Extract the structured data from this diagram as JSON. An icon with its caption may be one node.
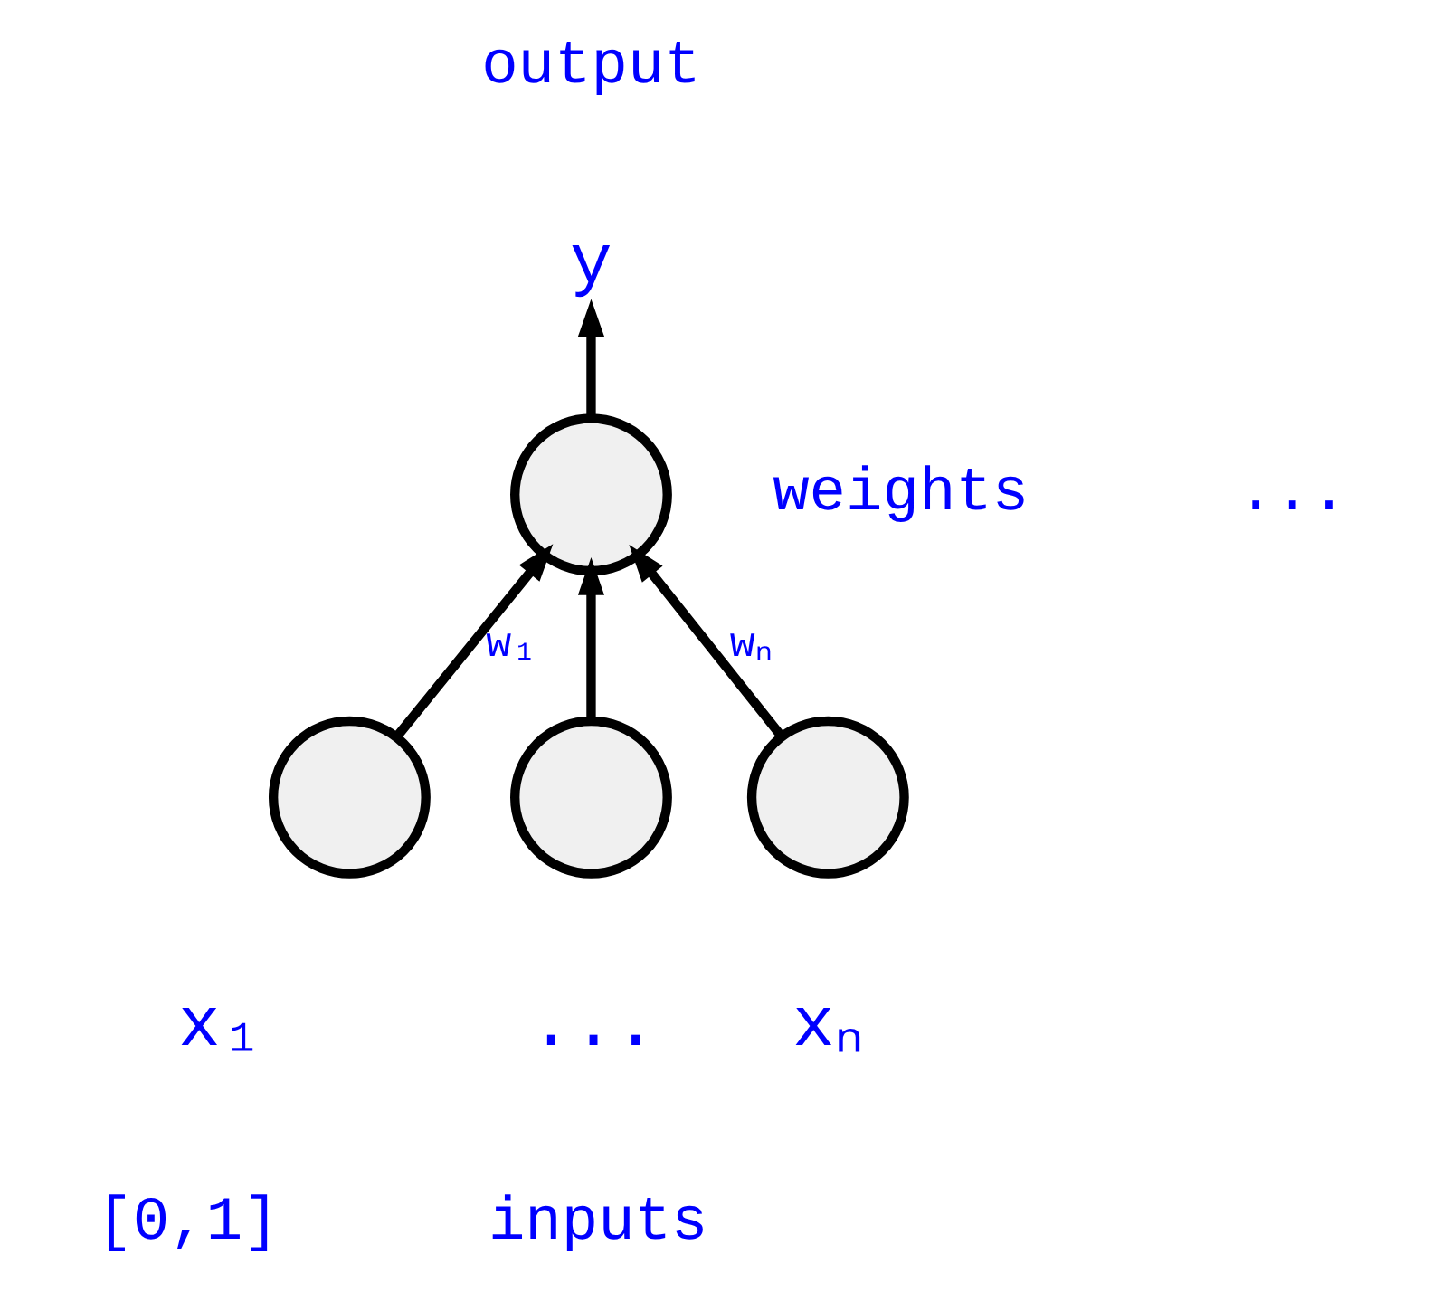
{
  "diagram": {
    "nodes": [
      {
        "text": [
          "y"
        ]
      },
      {
        "text": [],
        "shape": "circle"
      },
      {
        "text": [],
        "shape": "circle",
        "beside": [
          "x₁"
        ]
      },
      {
        "text": [],
        "shape": "circle",
        "beside": [
          "..."
        ]
      },
      {
        "text": [],
        "shape": "circle",
        "beside": [
          "xₙ"
        ]
      }
    ],
    "edges": [
      {
        "from": 1,
        "to": 0,
        "arrow": "to"
      },
      {
        "from": 2,
        "to": 1,
        "arrow": "to",
        "label": "w₁"
      },
      {
        "from": 3,
        "to": 1,
        "arrow": "to"
      },
      {
        "from": 4,
        "to": 1,
        "arrow": "to",
        "label": "wₙ"
      }
    ],
    "labels": [
      "output",
      "weights",
      "...",
      "[0,1]",
      "inputs"
    ]
  }
}
